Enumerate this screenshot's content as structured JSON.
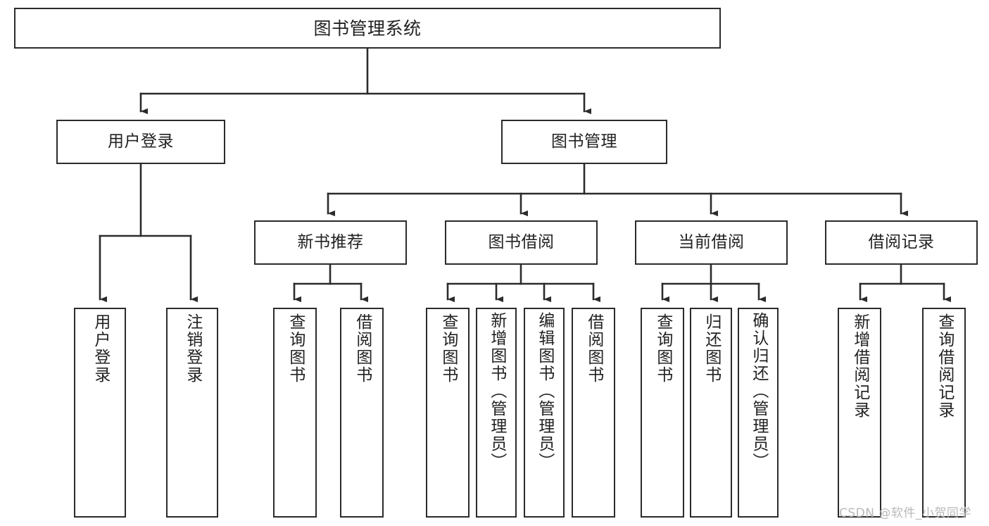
{
  "diagram": {
    "type": "tree-hierarchy",
    "title": "图书管理系统",
    "colors": {
      "stroke": "#2b2b2b",
      "fill": "#ffffff",
      "text": "#222222",
      "watermark": "#b9b9b9"
    },
    "root": {
      "label": "图书管理系统"
    },
    "level1": [
      {
        "label": "用户登录"
      },
      {
        "label": "图书管理"
      }
    ],
    "level2": [
      {
        "label": "新书推荐"
      },
      {
        "label": "图书借阅"
      },
      {
        "label": "当前借阅"
      },
      {
        "label": "借阅记录"
      }
    ],
    "leaves": [
      {
        "label": "用户登录",
        "parent": "用户登录"
      },
      {
        "label": "注销登录",
        "parent": "用户登录"
      },
      {
        "label": "查询图书",
        "parent": "新书推荐"
      },
      {
        "label": "借阅图书",
        "parent": "新书推荐"
      },
      {
        "label": "查询图书",
        "parent": "图书借阅"
      },
      {
        "label": "新增图书（管理员）",
        "parent": "图书借阅"
      },
      {
        "label": "编辑图书（管理员）",
        "parent": "图书借阅"
      },
      {
        "label": "借阅图书",
        "parent": "图书借阅"
      },
      {
        "label": "查询图书",
        "parent": "当前借阅"
      },
      {
        "label": "归还图书",
        "parent": "当前借阅"
      },
      {
        "label": "确认归还（管理员）",
        "parent": "当前借阅"
      },
      {
        "label": "新增借阅记录",
        "parent": "借阅记录"
      },
      {
        "label": "查询借阅记录",
        "parent": "借阅记录"
      }
    ],
    "watermark": "CSDN @软件_小贺同学"
  }
}
